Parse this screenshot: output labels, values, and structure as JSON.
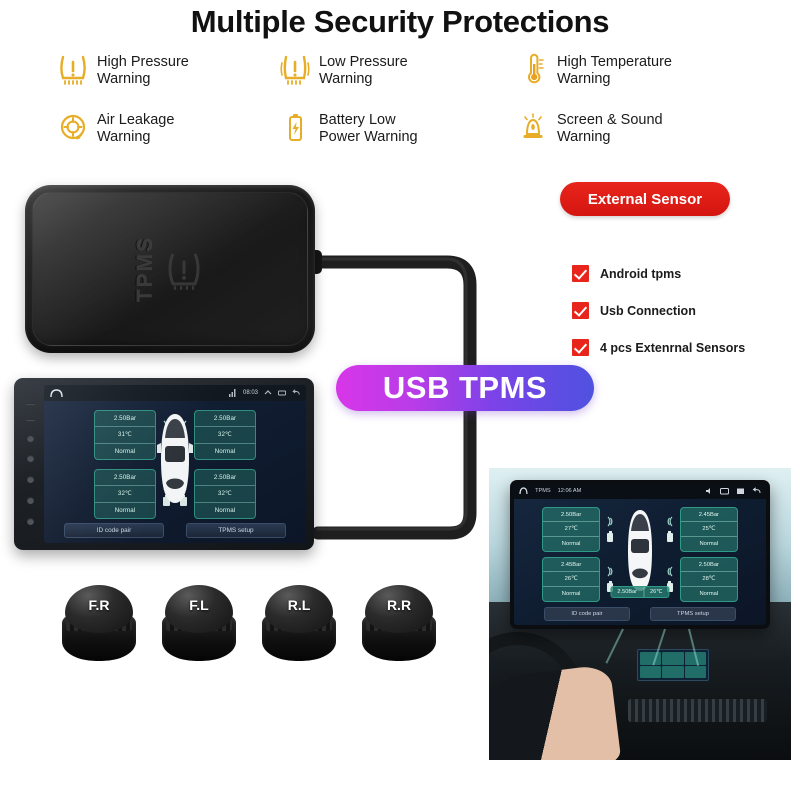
{
  "header": {
    "title": "Multiple Security Protections"
  },
  "features": [
    {
      "icon": "tire-pressure-high-icon",
      "label": "High Pressure\nWarning"
    },
    {
      "icon": "tire-pressure-low-icon",
      "label": "Low Pressure\nWarning"
    },
    {
      "icon": "thermometer-icon",
      "label": "High Temperature\nWarning"
    },
    {
      "icon": "air-leakage-icon",
      "label": "Air Leakage\nWarning"
    },
    {
      "icon": "battery-low-icon",
      "label": "Battery Low\nPower Warning"
    },
    {
      "icon": "alarm-siren-icon",
      "label": "Screen & Sound\nWarning"
    }
  ],
  "badge": {
    "label": "External Sensor",
    "color": "#e8251c"
  },
  "checklist": [
    {
      "label": "Android tpms"
    },
    {
      "label": "Usb Connection"
    },
    {
      "label": "4 pcs Extenrnal Sensors"
    }
  ],
  "usb_pill": {
    "label": "USB TPMS",
    "gradient_from": "#d736e8",
    "gradient_to": "#4f52e0"
  },
  "module": {
    "emboss_text": "TPMS"
  },
  "head_unit": {
    "status_time": "08:03",
    "tiles": [
      {
        "position": "front-left",
        "pressure": "2.50Bar",
        "temperature": "31℃",
        "status": "Normal"
      },
      {
        "position": "front-right",
        "pressure": "2.50Bar",
        "temperature": "32℃",
        "status": "Normal"
      },
      {
        "position": "rear-left",
        "pressure": "2.50Bar",
        "temperature": "32℃",
        "status": "Normal"
      },
      {
        "position": "rear-right",
        "pressure": "2.50Bar",
        "temperature": "32℃",
        "status": "Normal"
      }
    ],
    "buttons": [
      {
        "label": "ID code pair"
      },
      {
        "label": "TPMS setup"
      }
    ]
  },
  "sensor_caps": [
    {
      "label": "F.R"
    },
    {
      "label": "F.L"
    },
    {
      "label": "R.L"
    },
    {
      "label": "R.R"
    }
  ],
  "inset": {
    "status_app": "TPMS",
    "status_time": "12:06 AM",
    "tiles": [
      {
        "position": "front-left",
        "pressure": "2.50Bar",
        "temperature": "27℃",
        "status": "Normal"
      },
      {
        "position": "front-right",
        "pressure": "2.45Bar",
        "temperature": "25℃",
        "status": "Normal"
      },
      {
        "position": "rear-left",
        "pressure": "2.45Bar",
        "temperature": "26℃",
        "status": "Normal"
      },
      {
        "position": "rear-right",
        "pressure": "2.50Bar",
        "temperature": "28℃",
        "status": "Normal"
      }
    ],
    "chip": {
      "pressure": "2.50Bar",
      "temperature": "26℃"
    },
    "buttons": [
      {
        "label": "ID code pair"
      },
      {
        "label": "TPMS setup"
      }
    ]
  }
}
